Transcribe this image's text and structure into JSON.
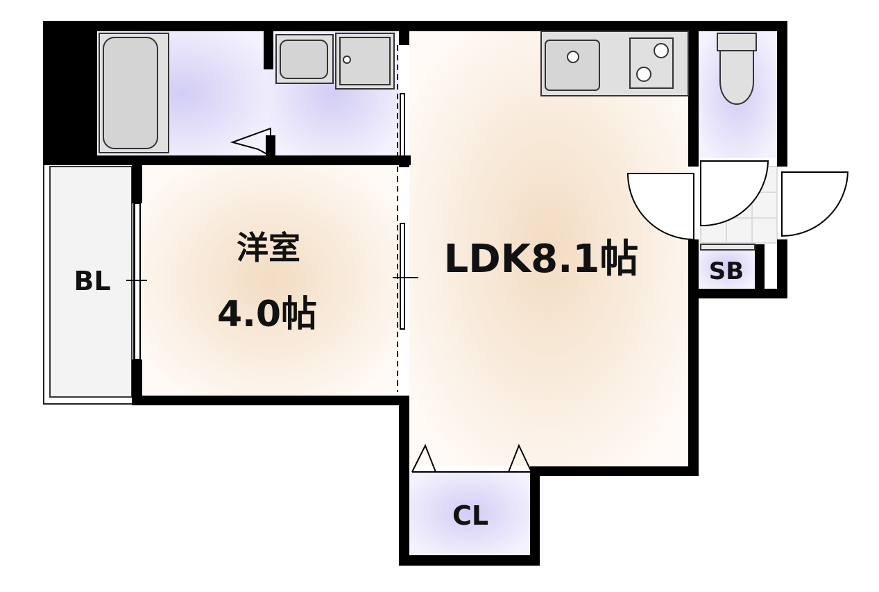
{
  "rooms": {
    "western_room": {
      "name": "洋室",
      "size": "4.0帖"
    },
    "ldk": {
      "label": "LDK8.1帖"
    },
    "balcony": {
      "label": "BL"
    },
    "closet": {
      "label": "CL"
    },
    "shoe_box": {
      "label": "SB"
    }
  },
  "fixtures": [
    "bathtub-icon",
    "washbasin-icon",
    "washing-machine-pan-icon",
    "kitchen-sink-icon",
    "stove-icon",
    "toilet-icon"
  ],
  "colors": {
    "wall": "#000000",
    "floor_wood": "#f5e3cf",
    "floor_wet": "#d6d2f6",
    "fixture_fill": "#d8d8d8"
  }
}
